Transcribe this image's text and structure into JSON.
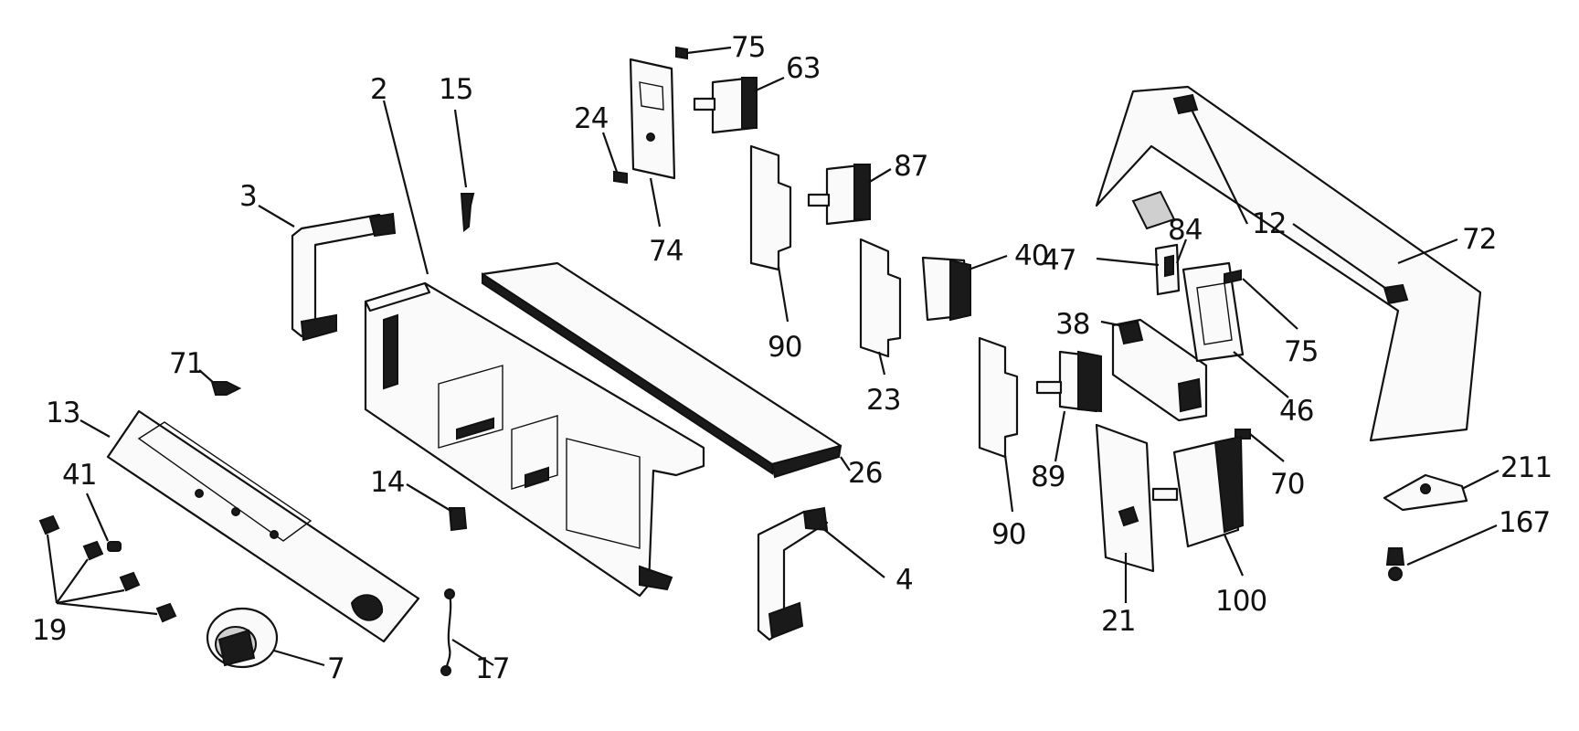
{
  "labels": {
    "p2": "2",
    "p3": "3",
    "p4": "4",
    "p7": "7",
    "p12": "12",
    "p13": "13",
    "p14": "14",
    "p15": "15",
    "p17": "17",
    "p19": "19",
    "p21": "21",
    "p23": "23",
    "p24": "24",
    "p26": "26",
    "p38": "38",
    "p40": "40",
    "p41": "41",
    "p46": "46",
    "p47": "47",
    "p63": "63",
    "p70": "70",
    "p71": "71",
    "p72": "72",
    "p74": "74",
    "p75a": "75",
    "p75b": "75",
    "p84": "84",
    "p87": "87",
    "p89": "89",
    "p90a": "90",
    "p90b": "90",
    "p100": "100",
    "p167": "167",
    "p211": "211"
  }
}
